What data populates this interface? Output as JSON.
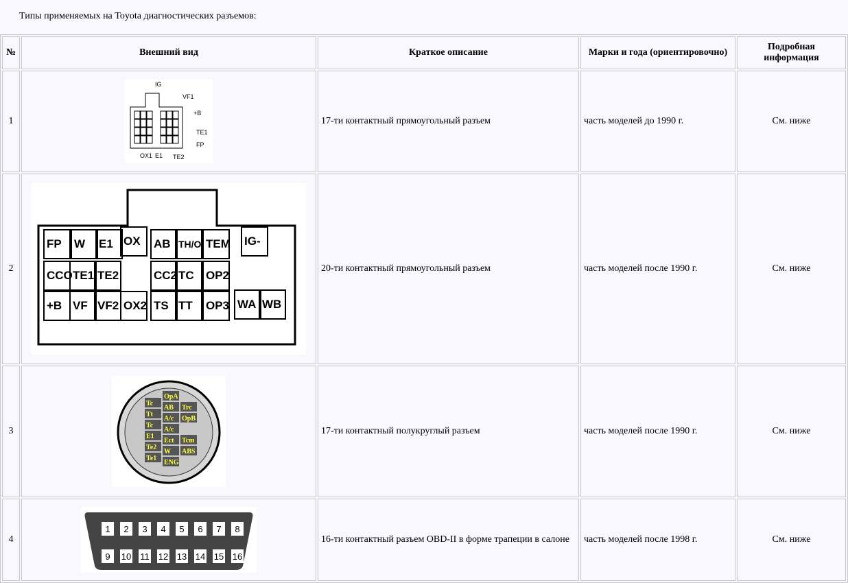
{
  "intro": "Типы применяемых на Toyota диагностических разъемов:",
  "headers": {
    "num": "№",
    "view": "Внешний вид",
    "desc": "Краткое описание",
    "marks": "Марки и года (ориентировочно)",
    "info": "Подробная информация"
  },
  "rows": [
    {
      "num": "1",
      "desc": "17-ти контактный прямоугольный разъем",
      "marks": "часть моделей до 1990 г.",
      "info": "См. ниже",
      "labels": [
        "IG",
        "VF1",
        "+B",
        "TE1",
        "FP",
        "OX1",
        "E1",
        "TE2"
      ]
    },
    {
      "num": "2",
      "desc": "20-ти контактный прямоугольный разъем",
      "marks": "часть моделей после 1990 г.",
      "info": "См. ниже",
      "labels": [
        "FP",
        "W",
        "E1",
        "OX",
        "AB",
        "TH/O",
        "TEM",
        "IG-",
        "CCO",
        "TE1",
        "TE2",
        "CC2",
        "TC",
        "OP2",
        "+B",
        "VF",
        "VF2",
        "OX2",
        "TS",
        "TT",
        "OP3",
        "WA",
        "WB"
      ]
    },
    {
      "num": "3",
      "desc": "17-ти контактный полукруглый разъем",
      "marks": "часть моделей после 1990 г.",
      "info": "См. ниже",
      "labels": [
        "Tc",
        "Tt",
        "Tc",
        "E1",
        "Te2",
        "Te1",
        "OpA",
        "AB",
        "A/c",
        "A/c",
        "Ect",
        "W",
        "ENG",
        "Trc",
        "OpB",
        "Tcm",
        "ABS"
      ]
    },
    {
      "num": "4",
      "desc": "16-ти контактный разъем OBD-II в форме трапеции в салоне",
      "marks": "часть моделей после 1998 г.",
      "info": "См. ниже",
      "labels": [
        "1",
        "2",
        "3",
        "4",
        "5",
        "6",
        "7",
        "8",
        "9",
        "10",
        "11",
        "12",
        "13",
        "14",
        "15",
        "16"
      ]
    }
  ]
}
